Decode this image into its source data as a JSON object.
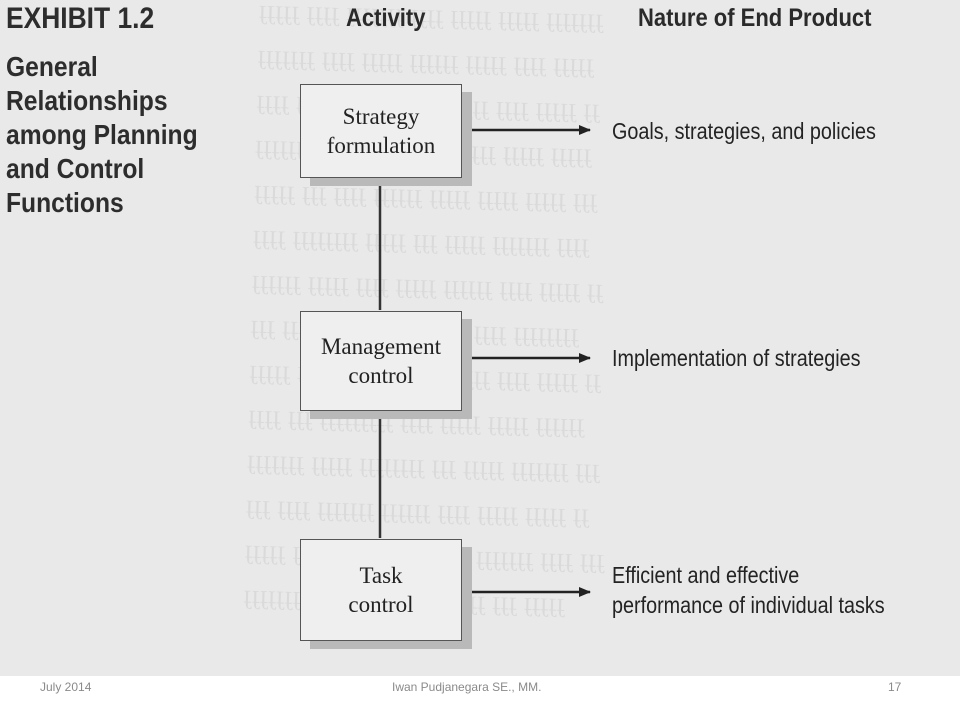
{
  "exhibit": {
    "number": "EXHIBIT 1.2",
    "title_lines": [
      "General",
      "Relationships",
      "among Planning",
      "and Control",
      "Functions"
    ]
  },
  "columns": {
    "activity": "Activity",
    "product": "Nature of End Product"
  },
  "activities": [
    {
      "lines": [
        "Strategy",
        "formulation"
      ],
      "product_lines": [
        "Goals, strategies, and policies"
      ]
    },
    {
      "lines": [
        "Management",
        "control"
      ],
      "product_lines": [
        "Implementation of strategies"
      ]
    },
    {
      "lines": [
        "Task",
        "control"
      ],
      "product_lines": [
        "Efficient and effective",
        "performance of individual tasks"
      ]
    }
  ],
  "footer": {
    "date": "July 2014",
    "author": "Iwan Pudjanegara SE., MM.",
    "page": "17"
  }
}
